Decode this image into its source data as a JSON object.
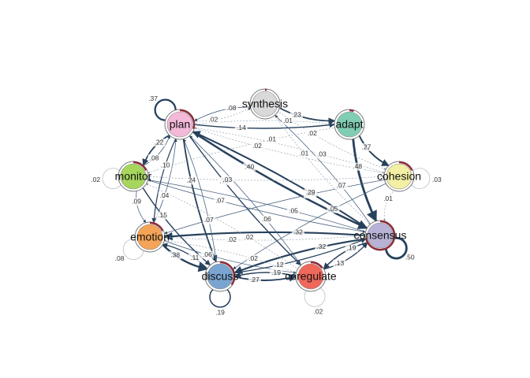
{
  "diagram": {
    "nodes": [
      {
        "id": "synthesis",
        "label": "synthesis",
        "color": "#d9d9d9",
        "ring": "#777777",
        "pie": 0.02
      },
      {
        "id": "adapt",
        "label": "adapt",
        "color": "#80cdb4",
        "ring": "#777777",
        "pie": 0.05
      },
      {
        "id": "cohesion",
        "label": "cohesion",
        "color": "#f3f0a4",
        "ring": "#777777",
        "pie": 0.18
      },
      {
        "id": "consensus",
        "label": "consensus",
        "color": "#b7b2d6",
        "ring": "#777777",
        "pie": 0.72
      },
      {
        "id": "coregulate",
        "label": "coregulate",
        "color": "#f0675b",
        "ring": "#777777",
        "pie": 0.15
      },
      {
        "id": "discuss",
        "label": "discuss",
        "color": "#7aa5d0",
        "ring": "#777777",
        "pie": 0.35
      },
      {
        "id": "emotion",
        "label": "emotion",
        "color": "#f5a356",
        "ring": "#777777",
        "pie": 0.18
      },
      {
        "id": "monitor",
        "label": "monitor",
        "color": "#a6d65c",
        "ring": "#777777",
        "pie": 0.18
      },
      {
        "id": "plan",
        "label": "plan",
        "color": "#f4b9d8",
        "ring": "#777777",
        "pie": 0.3
      }
    ],
    "self_loops": [
      {
        "node": "plan",
        "label": ".37",
        "weight": 0.37
      },
      {
        "node": "monitor",
        "label": ".02",
        "weight": 0.02
      },
      {
        "node": "cohesion",
        "label": ".03",
        "weight": 0.03
      },
      {
        "node": "consensus",
        "label": ".50",
        "weight": 0.5
      },
      {
        "node": "coregulate",
        "label": ".02",
        "weight": 0.02
      },
      {
        "node": "discuss",
        "label": ".19",
        "weight": 0.19
      },
      {
        "node": "emotion",
        "label": ".08",
        "weight": 0.08
      }
    ],
    "edges": [
      {
        "from": "synthesis",
        "to": "plan",
        "label": ".08",
        "weight": 0.08
      },
      {
        "from": "synthesis",
        "to": "adapt",
        "label": ".23",
        "weight": 0.23
      },
      {
        "from": "plan",
        "to": "synthesis",
        "label": ".02",
        "weight": 0.02
      },
      {
        "from": "plan",
        "to": "adapt",
        "label": ".14",
        "weight": 0.14
      },
      {
        "from": "plan",
        "to": "monitor",
        "label": ".22",
        "weight": 0.22
      },
      {
        "from": "plan",
        "to": "emotion",
        "label": ".10",
        "weight": 0.1
      },
      {
        "from": "plan",
        "to": "discuss",
        "label": ".24",
        "weight": 0.24
      },
      {
        "from": "plan",
        "to": "consensus",
        "label": ".40",
        "weight": 0.4
      },
      {
        "from": "plan",
        "to": "cohesion",
        "label": ".02",
        "weight": 0.02
      },
      {
        "from": "plan",
        "to": "coregulate",
        "label": ".14",
        "weight": 0.14
      },
      {
        "from": "monitor",
        "to": "plan",
        "label": ".08",
        "weight": 0.08
      },
      {
        "from": "monitor",
        "to": "emotion",
        "label": ".09",
        "weight": 0.09
      },
      {
        "from": "monitor",
        "to": "discuss",
        "label": ".15",
        "weight": 0.15
      },
      {
        "from": "monitor",
        "to": "consensus",
        "label": ".07",
        "weight": 0.07
      },
      {
        "from": "adapt",
        "to": "consensus",
        "label": ".48",
        "weight": 0.48
      },
      {
        "from": "adapt",
        "to": "cohesion",
        "label": ".27",
        "weight": 0.27
      },
      {
        "from": "adapt",
        "to": "plan",
        "label": ".01",
        "weight": 0.01
      },
      {
        "from": "cohesion",
        "to": "consensus",
        "label": ".01",
        "weight": 0.01
      },
      {
        "from": "cohesion",
        "to": "emotion",
        "label": ".06",
        "weight": 0.06
      },
      {
        "from": "cohesion",
        "to": "plan",
        "label": ".03",
        "weight": 0.03
      },
      {
        "from": "consensus",
        "to": "synthesis",
        "label": ".07",
        "weight": 0.07
      },
      {
        "from": "consensus",
        "to": "plan",
        "label": ".29",
        "weight": 0.29
      },
      {
        "from": "consensus",
        "to": "coregulate",
        "label": ".19",
        "weight": 0.19
      },
      {
        "from": "consensus",
        "to": "discuss",
        "label": ".32",
        "weight": 0.32
      },
      {
        "from": "consensus",
        "to": "emotion",
        "label": ".32",
        "weight": 0.32
      },
      {
        "from": "consensus",
        "to": "monitor",
        "label": ".05",
        "weight": 0.05
      },
      {
        "from": "emotion",
        "to": "consensus",
        "label": ".02",
        "weight": 0.02
      },
      {
        "from": "emotion",
        "to": "discuss",
        "label": ".38",
        "weight": 0.38
      },
      {
        "from": "emotion",
        "to": "coregulate",
        "label": ".06",
        "weight": 0.06
      },
      {
        "from": "emotion",
        "to": "plan",
        "label": ".04",
        "weight": 0.04
      },
      {
        "from": "discuss",
        "to": "emotion",
        "label": ".11",
        "weight": 0.11
      },
      {
        "from": "discuss",
        "to": "coregulate",
        "label": ".27",
        "weight": 0.27
      },
      {
        "from": "discuss",
        "to": "consensus",
        "label": ".12",
        "weight": 0.12
      },
      {
        "from": "discuss",
        "to": "plan",
        "label": ".07",
        "weight": 0.07
      },
      {
        "from": "coregulate",
        "to": "discuss",
        "label": ".19",
        "weight": 0.19
      },
      {
        "from": "coregulate",
        "to": "consensus",
        "label": ".13",
        "weight": 0.13
      },
      {
        "from": "coregulate",
        "to": "plan",
        "label": ".06",
        "weight": 0.06
      },
      {
        "from": "coregulate",
        "to": "emotion",
        "label": ".02",
        "weight": 0.02
      },
      {
        "from": "synthesis",
        "to": "consensus",
        "label": ".01",
        "weight": 0.01
      },
      {
        "from": "synthesis",
        "to": "cohesion",
        "label": ".02",
        "weight": 0.02
      },
      {
        "from": "cohesion",
        "to": "discuss",
        "label": ".05",
        "weight": 0.05
      },
      {
        "from": "monitor",
        "to": "cohesion",
        "label": ".03",
        "weight": 0.03
      },
      {
        "from": "adapt",
        "to": "monitor",
        "label": ".01",
        "weight": 0.01
      },
      {
        "from": "coregulate",
        "to": "monitor",
        "label": ".02",
        "weight": 0.02
      }
    ]
  }
}
